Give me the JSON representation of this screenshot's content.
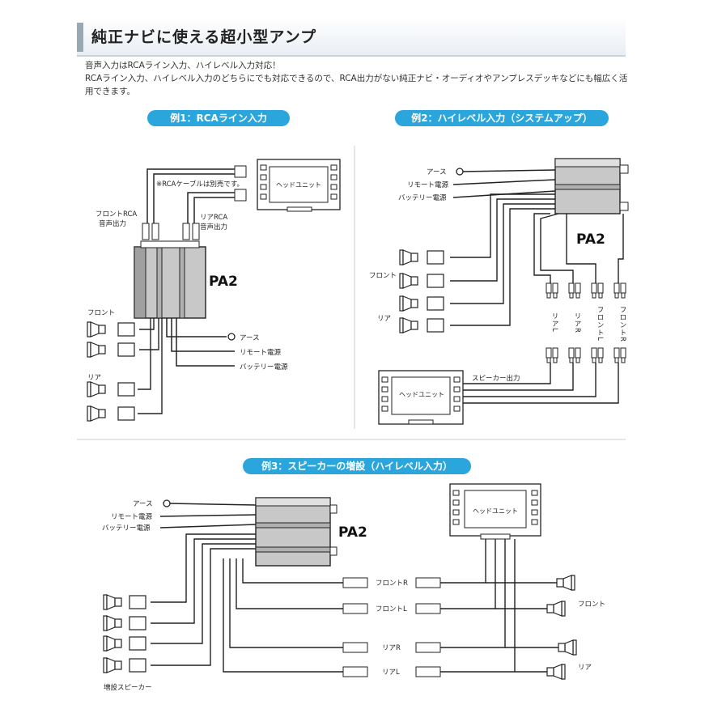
{
  "header": {
    "title": "純正ナビに使える超小型アンプ"
  },
  "intro": {
    "line1": "音声入力はRCAライン入力、ハイレベル入力対応！",
    "line2": "RCAライン入力、ハイレベル入力のどちらにでも対応できるので、RCA出力がない純正ナビ・オーディオやアンプレスデッキなどにも幅広く活用できます。"
  },
  "ex1": {
    "title": "例1：RCAライン入力",
    "cable_note": "※RCAケーブルは別売です。",
    "head_unit": "ヘッドユニット",
    "front_rca": "フロントRCA",
    "front_rca2": "音声出力",
    "rear_rca": "リアRCA",
    "rear_rca2": "音声出力",
    "amp": "PA2",
    "front": "フロント",
    "rear": "リア",
    "earth": "アース",
    "remote": "リモート電源",
    "battery": "バッテリー電源"
  },
  "ex2": {
    "title": "例2：ハイレベル入力（システムアップ）",
    "earth": "アース",
    "remote": "リモート電源",
    "battery": "バッテリー電源",
    "amp": "PA2",
    "front": "フロント",
    "rear": "リア",
    "rear_l": "リアL",
    "rear_r": "リアR",
    "front_l": "フロントL",
    "front_r": "フロントR",
    "head_unit": "ヘッドユニット",
    "speaker_out": "スピーカー出力"
  },
  "ex3": {
    "title": "例3：スピーカーの増設（ハイレベル入力）",
    "earth": "アース",
    "remote": "リモート電源",
    "battery": "バッテリー電源",
    "amp": "PA2",
    "head_unit": "ヘッドユニット",
    "front_r": "フロントR",
    "front_l": "フロントL",
    "rear_r": "リアR",
    "rear_l": "リアL",
    "front": "フロント",
    "rear": "リア",
    "extra_speakers": "増設スピーカー"
  }
}
